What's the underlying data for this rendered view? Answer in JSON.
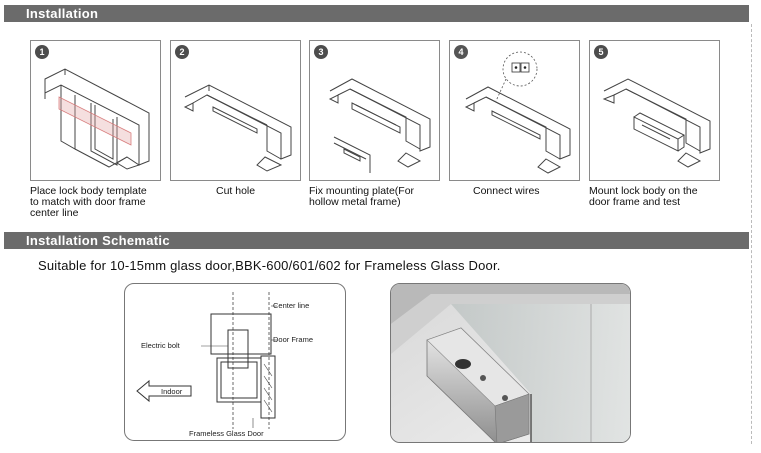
{
  "sections": {
    "installation": "Installation",
    "schematic": "Installation Schematic"
  },
  "steps": [
    {
      "number": "1",
      "caption_lines": [
        "Place lock body template",
        "to match with door frame",
        "center line"
      ]
    },
    {
      "number": "2",
      "caption_lines": [
        "Cut hole"
      ]
    },
    {
      "number": "3",
      "caption_lines": [
        "Fix mounting plate(For",
        "hollow metal frame)"
      ]
    },
    {
      "number": "4",
      "caption_lines": [
        "Connect wires"
      ]
    },
    {
      "number": "5",
      "caption_lines": [
        "Mount lock body on the",
        "door frame and test"
      ]
    }
  ],
  "suitable_text": "Suitable for 10-15mm glass door,BBK-600/601/602 for Frameless Glass Door.",
  "schematic": {
    "center_line": "Center line",
    "door_frame": "Door Frame",
    "electric_bolt": "Electric bolt",
    "indoor": "Indoor",
    "frameless_glass_door": "Frameless Glass Door"
  },
  "colors": {
    "section_bar": "#6b6b6b",
    "step_badge": "#4d4d4d",
    "template_highlight": "#e3a3a3"
  }
}
